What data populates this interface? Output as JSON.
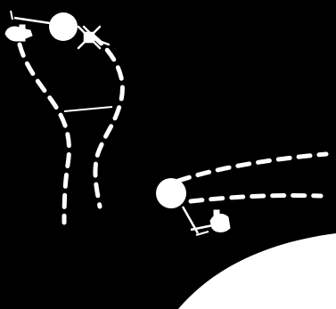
{
  "figure": {
    "background_color": "#000000",
    "ink_color": "#ffffff",
    "elements": [
      {
        "name": "upper-orbital-craft",
        "kind": "spacecraft"
      },
      {
        "name": "upper-spherical-module",
        "kind": "sphere"
      },
      {
        "name": "upper-docking-craft",
        "kind": "spacecraft"
      },
      {
        "name": "upper-dashed-trajectory-left",
        "kind": "dashed-path"
      },
      {
        "name": "upper-dashed-trajectory-right",
        "kind": "dashed-path"
      },
      {
        "name": "trajectory-connector-line",
        "kind": "line"
      },
      {
        "name": "lower-spherical-module",
        "kind": "sphere"
      },
      {
        "name": "lower-orbital-craft",
        "kind": "spacecraft"
      },
      {
        "name": "lower-dashed-trajectory-upper",
        "kind": "dashed-path"
      },
      {
        "name": "lower-dashed-trajectory-lower",
        "kind": "dashed-path"
      },
      {
        "name": "planet-limb",
        "kind": "planet"
      }
    ]
  }
}
